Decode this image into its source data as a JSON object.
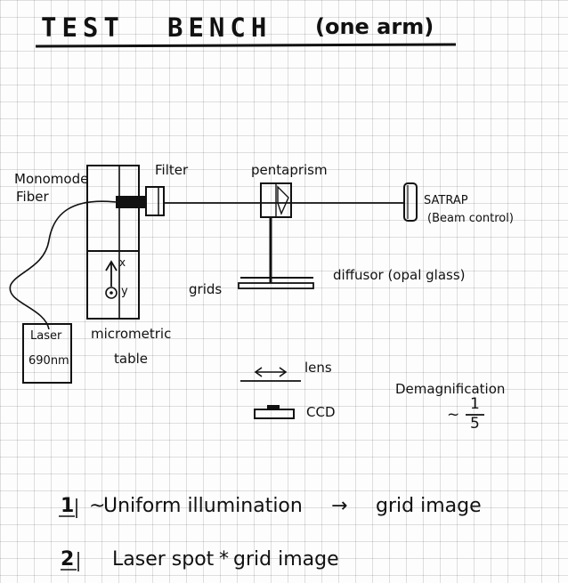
{
  "title": {
    "text": "TEST",
    "bench": "BENCH",
    "subtitle": "(one arm)"
  },
  "labels": {
    "monomode": "Monomode",
    "fiber": "Fiber",
    "filter": "Filter",
    "pentaprism": "pentaprism",
    "satrap": "SATRAP",
    "beam_control": "(Beam control)",
    "diffusor": "diffusor (opal glass)",
    "grids": "grids",
    "laser": "Laser",
    "laser_wavelength": "690nm",
    "micrometric": "micrometric",
    "table": "table",
    "axis_x": "x",
    "axis_y": "y",
    "lens": "lens",
    "ccd": "CCD",
    "demagnification": "Demagnification",
    "ratio_tilde": "~",
    "ratio_num": "1",
    "ratio_den": "5"
  },
  "steps": [
    {
      "num": "1",
      "text": "Uniform  illumination",
      "result": "grid  image",
      "prefix": "~",
      "arrow": "→"
    },
    {
      "num": "2",
      "text": "Laser spot",
      "joiner": "*",
      "result": "grid   image"
    }
  ]
}
